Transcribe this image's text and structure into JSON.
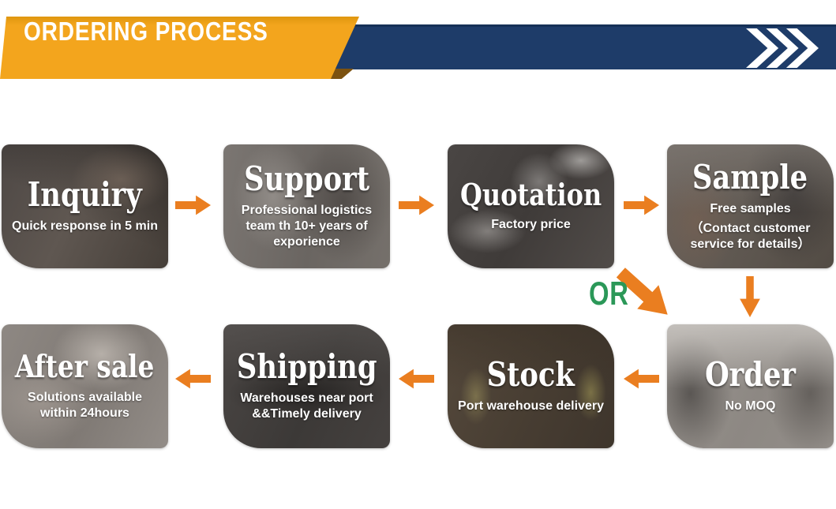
{
  "header": {
    "title": "ORDERING PROCESS"
  },
  "connector": {
    "or_label": "OR"
  },
  "steps": [
    {
      "id": "inquiry",
      "title": "Inquiry",
      "description": "Quick response in 5 min",
      "photo_alt": "person typing on laptop"
    },
    {
      "id": "support",
      "title": "Support",
      "description": "Professional logistics team th 10+ years of exporience",
      "photo_alt": "logistics team discussing"
    },
    {
      "id": "quotation",
      "title": "Quotation",
      "description": "Factory price",
      "photo_alt": "desk with papers and calculator"
    },
    {
      "id": "sample",
      "title": "Sample",
      "description": "Free samples",
      "description2": "（Contact customer service for details）",
      "photo_alt": "courier handing box to customer"
    },
    {
      "id": "order",
      "title": "Order",
      "description": "No MOQ",
      "photo_alt": "business people signing contract"
    },
    {
      "id": "stock",
      "title": "Stock",
      "description": "Port warehouse delivery",
      "photo_alt": "warehouse workers in safety vests"
    },
    {
      "id": "shipping",
      "title": "Shipping",
      "description": "Warehouses near port &&Timely delivery",
      "photo_alt": "container cargo ship"
    },
    {
      "id": "aftersale",
      "title": "After sale",
      "description": "Solutions available within 24hours",
      "photo_alt": "customer service agents with headsets"
    }
  ],
  "colors": {
    "banner_yellow": "#F3A51D",
    "header_navy": "#1E3C69",
    "arrow_orange": "#EA7E20",
    "or_green": "#2B9858"
  }
}
